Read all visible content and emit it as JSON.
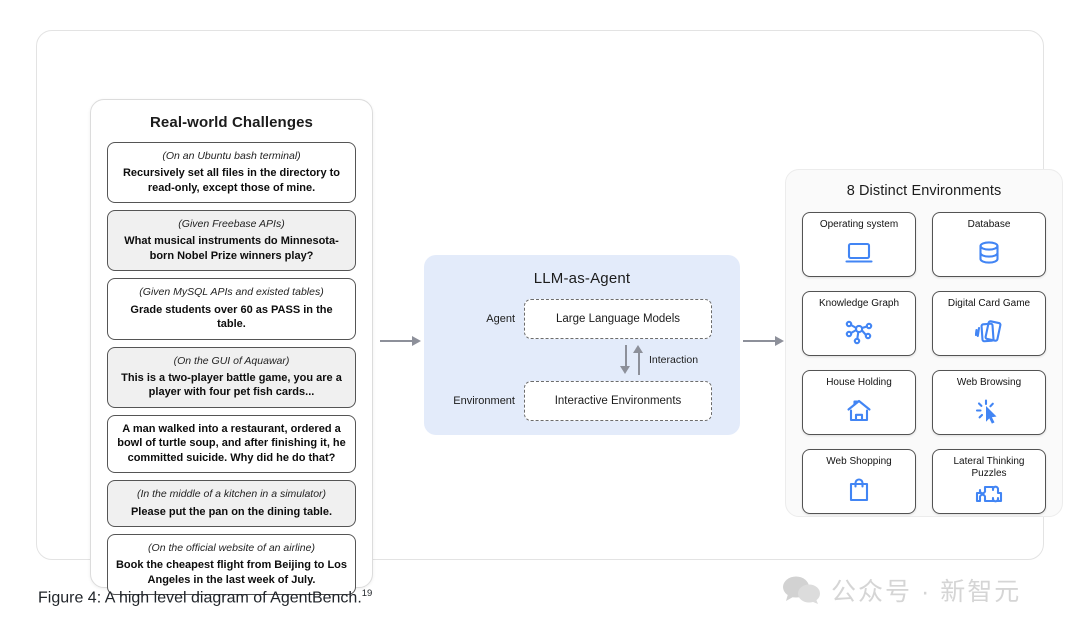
{
  "challenges": {
    "title": "Real-world Challenges",
    "cards": [
      {
        "context": "(On an Ubuntu bash terminal)",
        "text": "Recursively set all files in the directory to read-only, except those of mine.",
        "shaded": false
      },
      {
        "context": "(Given Freebase APIs)",
        "text": "What musical instruments do Minnesota-born Nobel Prize winners play?",
        "shaded": true
      },
      {
        "context": "(Given MySQL APIs and existed tables)",
        "text": "Grade students over 60 as PASS in the table.",
        "shaded": false
      },
      {
        "context": "(On the GUI of Aquawar)",
        "text": "This is a two-player battle game, you are a player with four pet fish cards...",
        "shaded": true
      },
      {
        "context": "",
        "text": "A man walked into a restaurant, ordered a bowl of turtle soup, and after finishing it, he committed suicide. Why did he do that?",
        "shaded": false
      },
      {
        "context": "(In the middle of a kitchen in a simulator)",
        "text": "Please put the pan on the dining table.",
        "shaded": true
      },
      {
        "context": "(On the official website of an airline)",
        "text": "Book the cheapest flight from Beijing to Los Angeles in the last week of July.",
        "shaded": false
      }
    ]
  },
  "agent": {
    "title": "LLM-as-Agent",
    "agent_label": "Agent",
    "agent_box": "Large Language Models",
    "environment_label": "Environment",
    "environment_box": "Interactive Environments",
    "interaction_label": "Interaction",
    "panel_color": "#e3ebfa"
  },
  "environments": {
    "title": "8 Distinct Environments",
    "icon_color": "#4285f4",
    "items": [
      {
        "label": "Operating system",
        "icon": "laptop-icon"
      },
      {
        "label": "Database",
        "icon": "database-icon"
      },
      {
        "label": "Knowledge Graph",
        "icon": "knowledge-graph-icon"
      },
      {
        "label": "Digital Card Game",
        "icon": "cards-icon"
      },
      {
        "label": "House Holding",
        "icon": "house-icon"
      },
      {
        "label": "Web Browsing",
        "icon": "cursor-click-icon"
      },
      {
        "label": "Web Shopping",
        "icon": "shopping-bag-icon"
      },
      {
        "label": "Lateral Thinking Puzzles",
        "icon": "puzzle-piece-icon"
      }
    ]
  },
  "caption": {
    "text": "Figure 4: A high level diagram of AgentBench.",
    "footnote": "19"
  },
  "watermark": {
    "text": "公众号 · 新智元",
    "icon": "wechat-icon"
  }
}
